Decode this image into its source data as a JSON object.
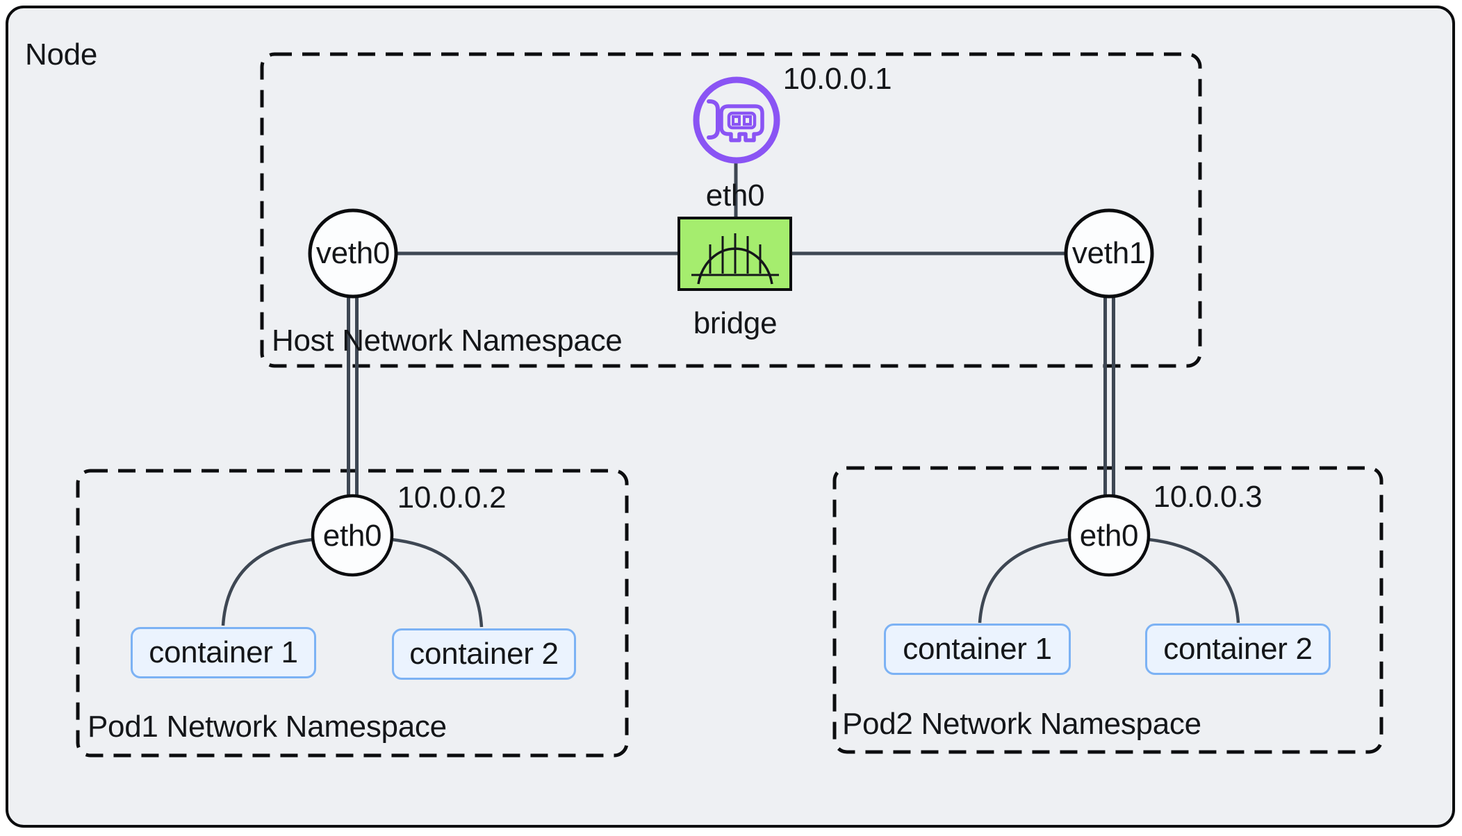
{
  "diagram": {
    "node_label": "Node",
    "host": {
      "label": "Host Network Namespace",
      "ip": "10.0.0.1",
      "nic_eth_label": "eth0",
      "bridge_label": "bridge",
      "veth0_label": "veth0",
      "veth1_label": "veth1"
    },
    "pod1": {
      "label": "Pod1 Network Namespace",
      "ip": "10.0.0.2",
      "eth_label": "eth0",
      "containers": [
        "container 1",
        "container 2"
      ]
    },
    "pod2": {
      "label": "Pod2 Network Namespace",
      "ip": "10.0.0.3",
      "eth_label": "eth0",
      "containers": [
        "container 1",
        "container 2"
      ]
    }
  },
  "colors": {
    "page_background": "#ffffff",
    "node_background": "#eef0f3",
    "border_black": "#0b0c0e",
    "connector_line": "#3e4753",
    "bridge_fill": "#a5ed6e",
    "nic_purple": "#8a54f4",
    "container_fill": "#ebf3fe",
    "container_border": "#7cb2f4",
    "text": "#141619"
  }
}
